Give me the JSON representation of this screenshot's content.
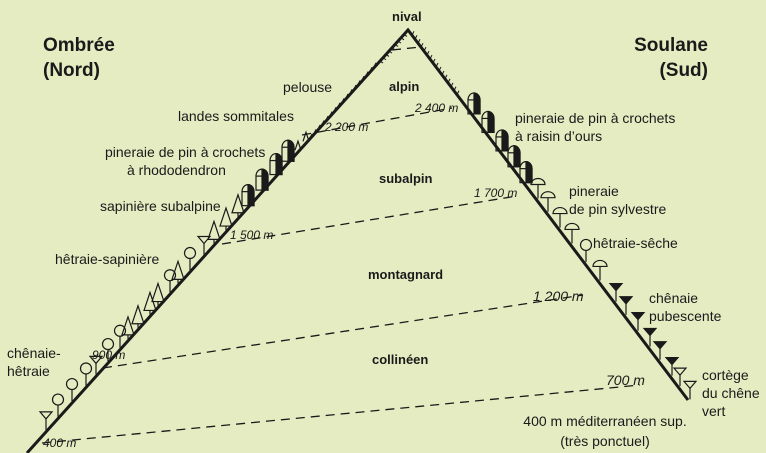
{
  "sides": {
    "north_label": "Ombrée",
    "north_sub": "(Nord)",
    "south_label": "Soulane",
    "south_sub": "(Sud)"
  },
  "zones": {
    "nival": "nival",
    "alpin": "alpin",
    "subalpin": "subalpin",
    "montagnard": "montagnard",
    "collineen": "collinéen"
  },
  "north_altitudes": {
    "a2200": "2 200 m",
    "a1500": "1 500 m",
    "a900": "900 m",
    "a400": "400 m"
  },
  "south_altitudes": {
    "a2400": "2 400 m",
    "a1700": "1 700 m",
    "a1200": "1 200 m",
    "a700": "700 m"
  },
  "north_vegetation": {
    "pelouse": "pelouse",
    "landes": "landes sommitales",
    "pineraie_l1": "pineraie de pin à crochets",
    "pineraie_l2": "à rhododendron",
    "sapiniere": "sapinière subalpine",
    "hetraie_sapiniere": "hêtraie-sapinière",
    "chenaie_l1": "chênaie-",
    "chenaie_l2": "hêtraie"
  },
  "south_vegetation": {
    "pineraie_crochets_l1": "pineraie de pin à crochets",
    "pineraie_crochets_l2": "à raisin d’ours",
    "pineraie_sylvestre_l1": "pineraie",
    "pineraie_sylvestre_l2": "de pin sylvestre",
    "hetraie_seche": "hêtraie-sêche",
    "chenaie_l1": "chênaie",
    "chenaie_l2": "pubescente",
    "cortege_l1": "cortège",
    "cortege_l2": "du chêne",
    "cortege_l3": "vert",
    "mediterraneen_l1": "400 m méditerranéen sup.",
    "mediterraneen_l2": "(très ponctuel)"
  },
  "colors": {
    "background": "#e5ecc2",
    "line": "#1a1a1a"
  }
}
